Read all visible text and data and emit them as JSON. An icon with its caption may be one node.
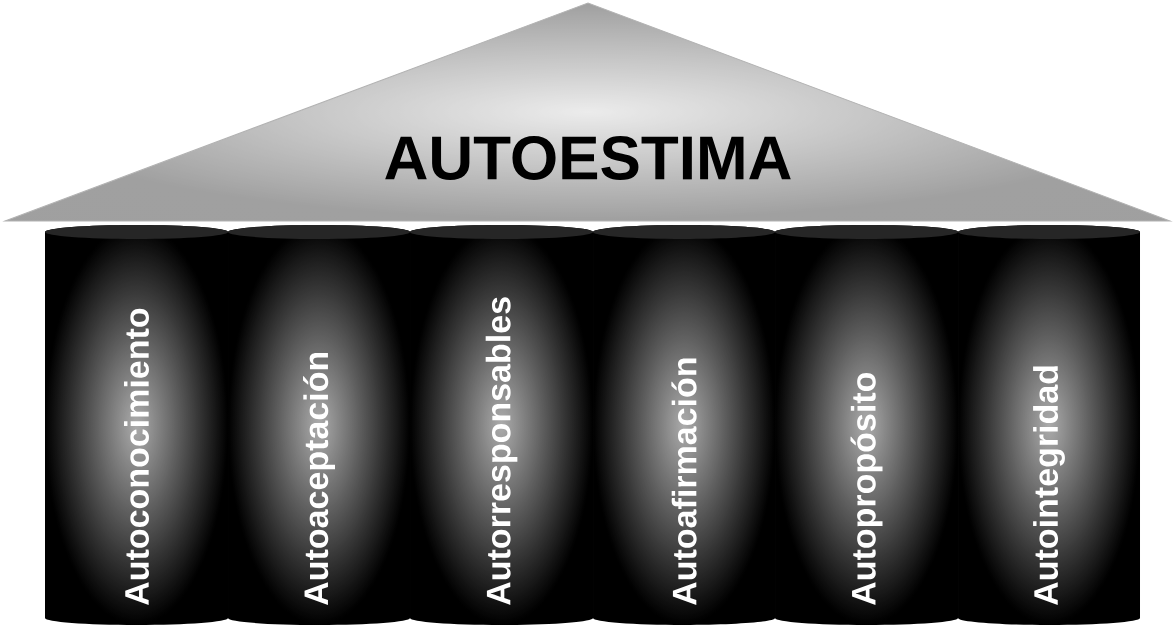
{
  "diagram": {
    "nodes": [
      {
        "text": [
          "AUTOESTIMA"
        ]
      },
      {
        "text": [
          "Autoconocimiento"
        ]
      },
      {
        "text": [
          "Autoaceptación"
        ]
      },
      {
        "text": [
          "Autorresponsables"
        ]
      },
      {
        "text": [
          "Autoafirmación"
        ]
      },
      {
        "text": [
          "Autopropósito"
        ]
      },
      {
        "text": [
          "Autointegridad"
        ]
      }
    ]
  }
}
